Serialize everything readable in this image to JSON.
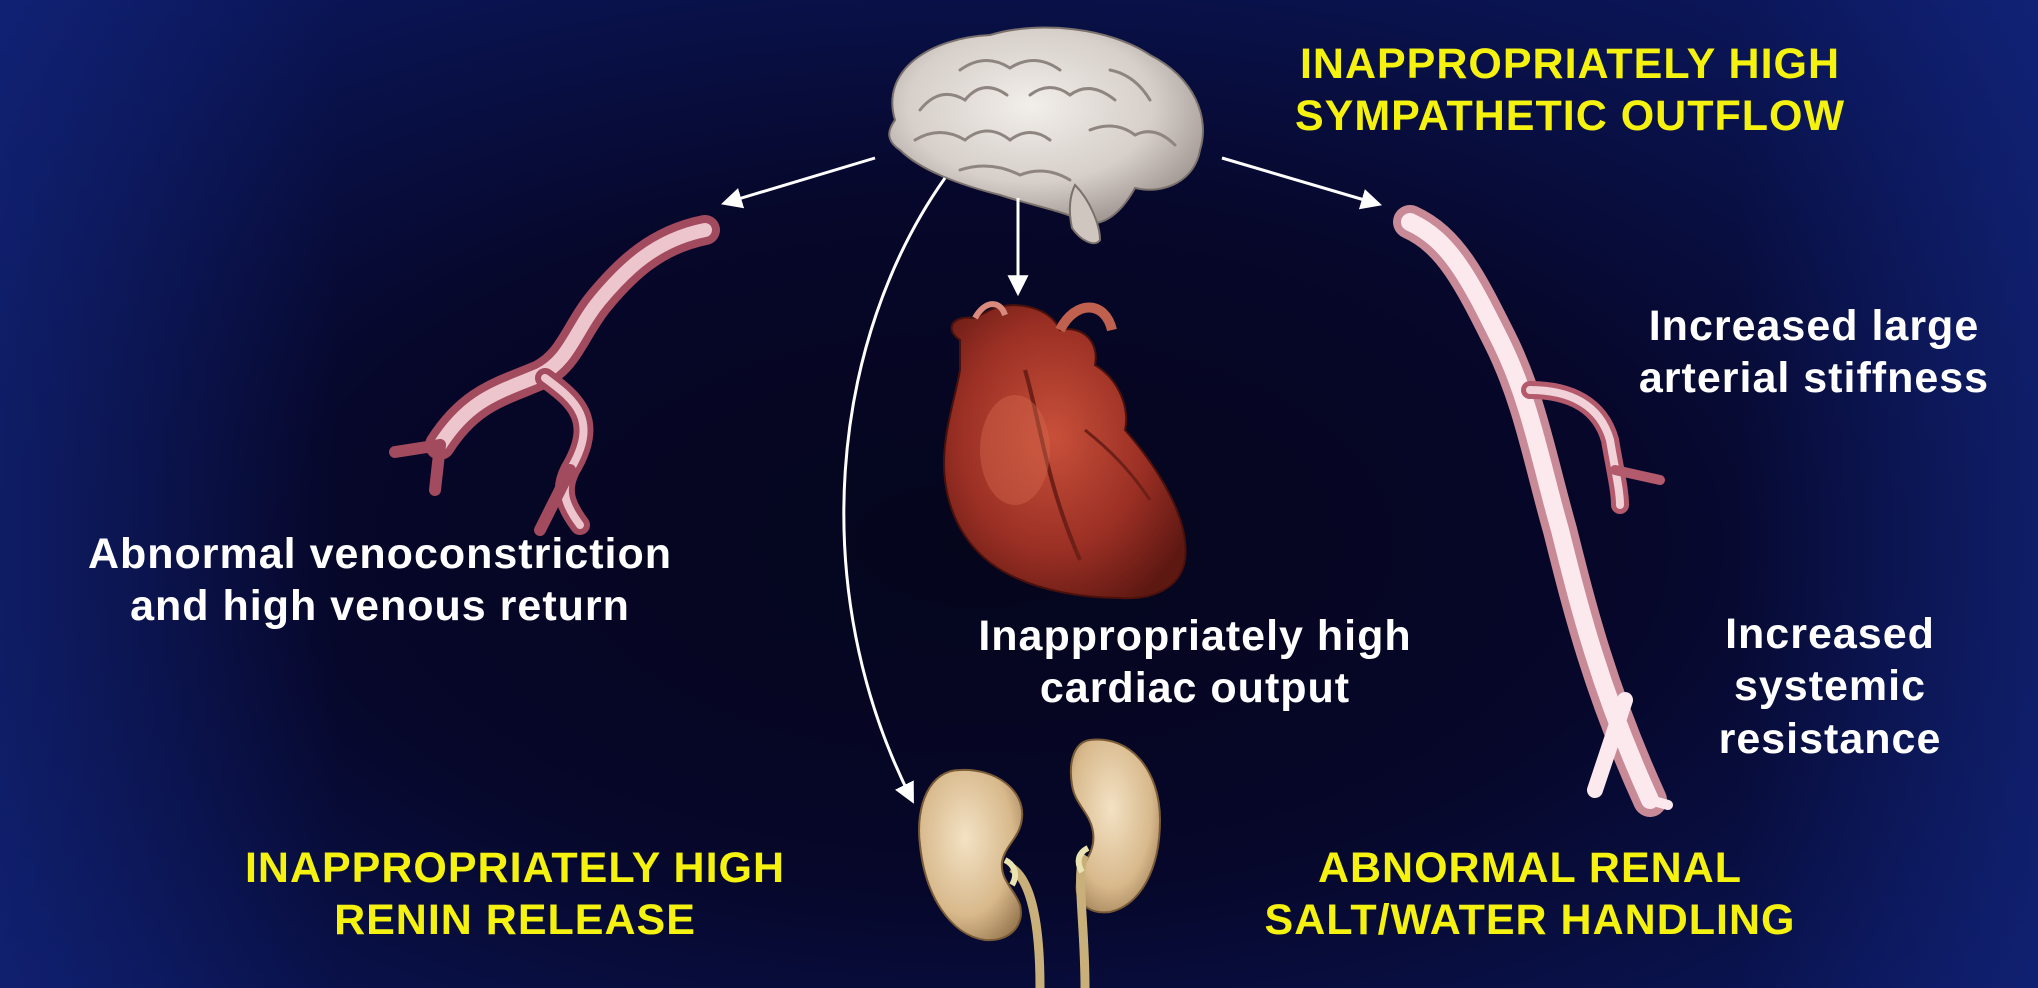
{
  "diagram": {
    "labels": {
      "sympathetic": "INAPPROPRIATELY HIGH\nSYMPATHETIC OUTFLOW",
      "veno": "Abnormal venoconstriction\nand high venous return",
      "cardiac": "Inappropriately high\ncardiac output",
      "stiffness": "Increased large\narterial stiffness",
      "resistance": "Increased\nsystemic\nresistance",
      "renin": "INAPPROPRIATELY HIGH\nRENIN RELEASE",
      "renal": "ABNORMAL RENAL\nSALT/WATER HANDLING"
    },
    "colors": {
      "highlight_text": "#f4f20e",
      "body_text": "#ffffff",
      "arrow": "#ffffff",
      "background": "#060a2a"
    },
    "icons": [
      "brain-icon",
      "vein-icon",
      "heart-icon",
      "artery-icon",
      "kidneys-icon"
    ]
  }
}
